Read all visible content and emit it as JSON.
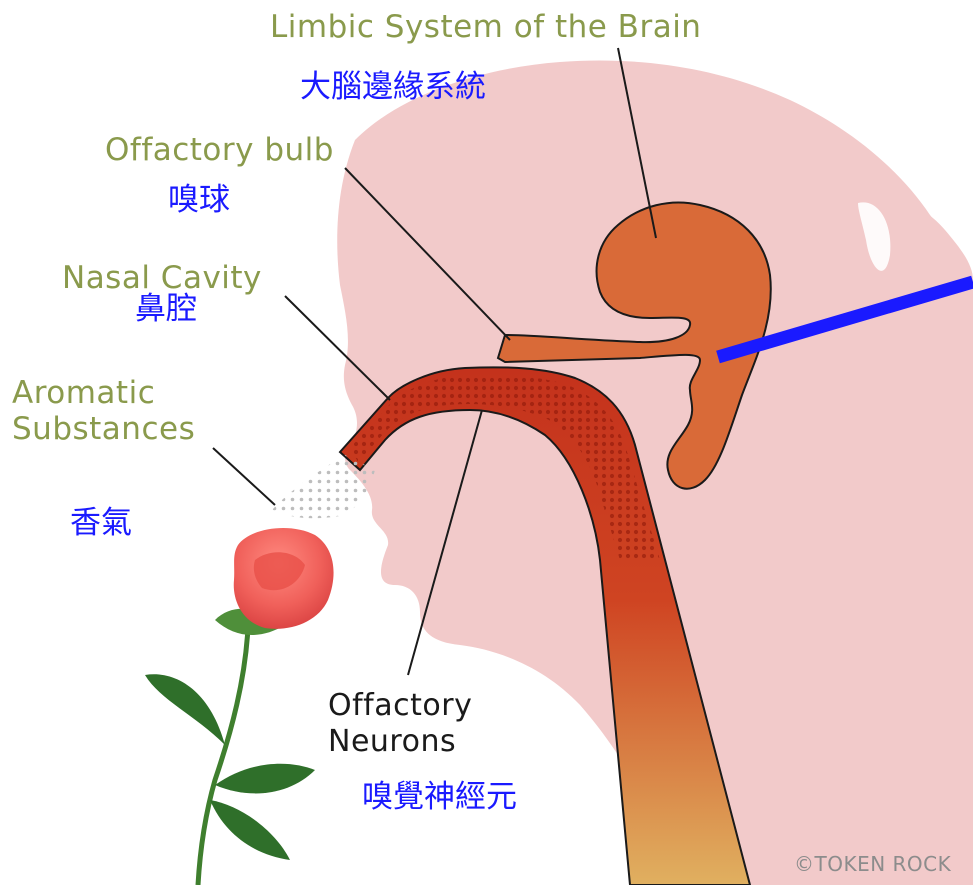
{
  "labels": {
    "limbic_en": "Limbic System of the Brain",
    "limbic_zh": "大腦邊緣系統",
    "bulb_en": "Offactory bulb",
    "bulb_zh": "嗅球",
    "nasal_en": "Nasal Cavity",
    "nasal_zh": "鼻腔",
    "aromatic_en_line1": "Aromatic",
    "aromatic_en_line2": "Substances",
    "aromatic_zh": "香氣",
    "neurons_en_line1": "Offactory",
    "neurons_en_line2": "Neurons",
    "neurons_zh": "嗅覺神經元"
  },
  "copyright": "©TOKEN ROCK",
  "colors": {
    "head_silhouette": "#f2caca",
    "limbic_system": "#d96a38",
    "nasal_passage_top": "#c4321c",
    "nasal_passage_bottom": "#e0b060",
    "english_label": "#8a9a4c",
    "chinese_label": "#1a1aff",
    "pointer_bar": "#1a1aff",
    "rose_petal": "#f0605a",
    "leaf": "#2f6f2a"
  }
}
